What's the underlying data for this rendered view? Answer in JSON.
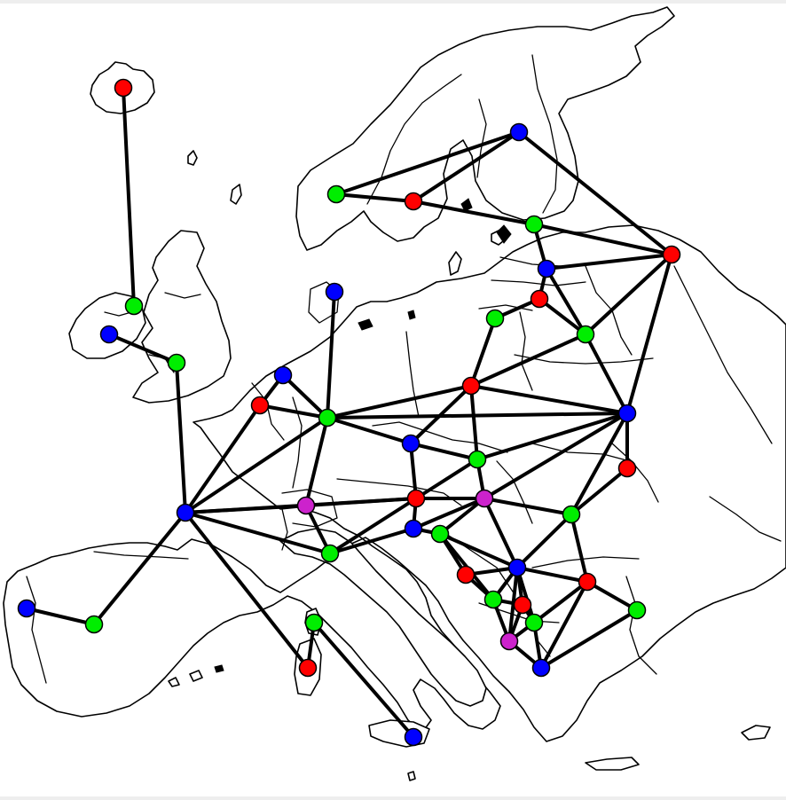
{
  "colors": {
    "red": "#ff0000",
    "green": "#00ee00",
    "blue": "#0000ff",
    "magenta": "#cc22cc"
  },
  "graph": {
    "nodes": [
      {
        "id": "iceland",
        "color": "red"
      },
      {
        "id": "n-ireland",
        "color": "green"
      },
      {
        "id": "ireland",
        "color": "blue"
      },
      {
        "id": "uk",
        "color": "green"
      },
      {
        "id": "norway",
        "color": "green"
      },
      {
        "id": "sweden",
        "color": "red"
      },
      {
        "id": "finland",
        "color": "blue"
      },
      {
        "id": "estonia",
        "color": "green"
      },
      {
        "id": "russia",
        "color": "red"
      },
      {
        "id": "latvia",
        "color": "blue"
      },
      {
        "id": "lithuania",
        "color": "red"
      },
      {
        "id": "kaliningrad",
        "color": "green"
      },
      {
        "id": "belarus",
        "color": "green"
      },
      {
        "id": "denmark",
        "color": "blue"
      },
      {
        "id": "netherlands",
        "color": "blue"
      },
      {
        "id": "belgium",
        "color": "red"
      },
      {
        "id": "germany",
        "color": "green"
      },
      {
        "id": "poland",
        "color": "red"
      },
      {
        "id": "ukraine",
        "color": "blue"
      },
      {
        "id": "czechia",
        "color": "blue"
      },
      {
        "id": "slovakia",
        "color": "green"
      },
      {
        "id": "moldova",
        "color": "red"
      },
      {
        "id": "france",
        "color": "blue"
      },
      {
        "id": "switzerland",
        "color": "magenta"
      },
      {
        "id": "austria",
        "color": "red"
      },
      {
        "id": "hungary",
        "color": "magenta"
      },
      {
        "id": "romania",
        "color": "green"
      },
      {
        "id": "slovenia",
        "color": "blue"
      },
      {
        "id": "croatia",
        "color": "green"
      },
      {
        "id": "italy",
        "color": "green"
      },
      {
        "id": "serbia",
        "color": "blue"
      },
      {
        "id": "bulgaria",
        "color": "red"
      },
      {
        "id": "bosnia",
        "color": "red"
      },
      {
        "id": "montenegro",
        "color": "green"
      },
      {
        "id": "kosovo",
        "color": "red"
      },
      {
        "id": "albania",
        "color": "magenta"
      },
      {
        "id": "macedonia",
        "color": "green"
      },
      {
        "id": "greece",
        "color": "blue"
      },
      {
        "id": "turkey",
        "color": "green"
      },
      {
        "id": "portugal",
        "color": "blue"
      },
      {
        "id": "spain",
        "color": "green"
      },
      {
        "id": "corsica",
        "color": "green"
      },
      {
        "id": "sardinia",
        "color": "red"
      },
      {
        "id": "sicily",
        "color": "blue"
      }
    ],
    "edges": [
      [
        "iceland",
        "n-ireland"
      ],
      [
        "ireland",
        "uk"
      ],
      [
        "uk",
        "france"
      ],
      [
        "norway",
        "sweden"
      ],
      [
        "norway",
        "finland"
      ],
      [
        "sweden",
        "finland"
      ],
      [
        "sweden",
        "estonia"
      ],
      [
        "finland",
        "russia"
      ],
      [
        "estonia",
        "russia"
      ],
      [
        "estonia",
        "latvia"
      ],
      [
        "latvia",
        "russia"
      ],
      [
        "latvia",
        "lithuania"
      ],
      [
        "latvia",
        "belarus"
      ],
      [
        "lithuania",
        "kaliningrad"
      ],
      [
        "lithuania",
        "belarus"
      ],
      [
        "russia",
        "belarus"
      ],
      [
        "russia",
        "ukraine"
      ],
      [
        "kaliningrad",
        "poland"
      ],
      [
        "belarus",
        "poland"
      ],
      [
        "belarus",
        "ukraine"
      ],
      [
        "denmark",
        "germany"
      ],
      [
        "netherlands",
        "germany"
      ],
      [
        "belgium",
        "netherlands"
      ],
      [
        "belgium",
        "germany"
      ],
      [
        "belgium",
        "france"
      ],
      [
        "germany",
        "france"
      ],
      [
        "germany",
        "poland"
      ],
      [
        "germany",
        "czechia"
      ],
      [
        "germany",
        "switzerland"
      ],
      [
        "germany",
        "ukraine"
      ],
      [
        "poland",
        "czechia"
      ],
      [
        "poland",
        "slovakia"
      ],
      [
        "poland",
        "ukraine"
      ],
      [
        "czechia",
        "slovakia"
      ],
      [
        "czechia",
        "austria"
      ],
      [
        "slovakia",
        "austria"
      ],
      [
        "slovakia",
        "hungary"
      ],
      [
        "slovakia",
        "ukraine"
      ],
      [
        "ukraine",
        "moldova"
      ],
      [
        "ukraine",
        "hungary"
      ],
      [
        "ukraine",
        "romania"
      ],
      [
        "moldova",
        "romania"
      ],
      [
        "france",
        "switzerland"
      ],
      [
        "france",
        "austria"
      ],
      [
        "france",
        "italy"
      ],
      [
        "france",
        "spain"
      ],
      [
        "france",
        "sardinia"
      ],
      [
        "portugal",
        "spain"
      ],
      [
        "switzerland",
        "austria"
      ],
      [
        "switzerland",
        "italy"
      ],
      [
        "austria",
        "hungary"
      ],
      [
        "austria",
        "slovenia"
      ],
      [
        "austria",
        "italy"
      ],
      [
        "hungary",
        "slovenia"
      ],
      [
        "hungary",
        "croatia"
      ],
      [
        "hungary",
        "serbia"
      ],
      [
        "hungary",
        "romania"
      ],
      [
        "slovenia",
        "croatia"
      ],
      [
        "slovenia",
        "italy"
      ],
      [
        "croatia",
        "bosnia"
      ],
      [
        "croatia",
        "serbia"
      ],
      [
        "croatia",
        "montenegro"
      ],
      [
        "romania",
        "serbia"
      ],
      [
        "romania",
        "bulgaria"
      ],
      [
        "serbia",
        "bosnia"
      ],
      [
        "serbia",
        "bulgaria"
      ],
      [
        "serbia",
        "montenegro"
      ],
      [
        "serbia",
        "kosovo"
      ],
      [
        "serbia",
        "macedonia"
      ],
      [
        "serbia",
        "albania"
      ],
      [
        "bulgaria",
        "macedonia"
      ],
      [
        "bulgaria",
        "greece"
      ],
      [
        "bulgaria",
        "turkey"
      ],
      [
        "bosnia",
        "montenegro"
      ],
      [
        "montenegro",
        "kosovo"
      ],
      [
        "montenegro",
        "albania"
      ],
      [
        "kosovo",
        "albania"
      ],
      [
        "kosovo",
        "macedonia"
      ],
      [
        "albania",
        "macedonia"
      ],
      [
        "albania",
        "greece"
      ],
      [
        "macedonia",
        "greece"
      ],
      [
        "greece",
        "turkey"
      ],
      [
        "corsica",
        "sardinia"
      ],
      [
        "corsica",
        "sicily"
      ]
    ]
  }
}
